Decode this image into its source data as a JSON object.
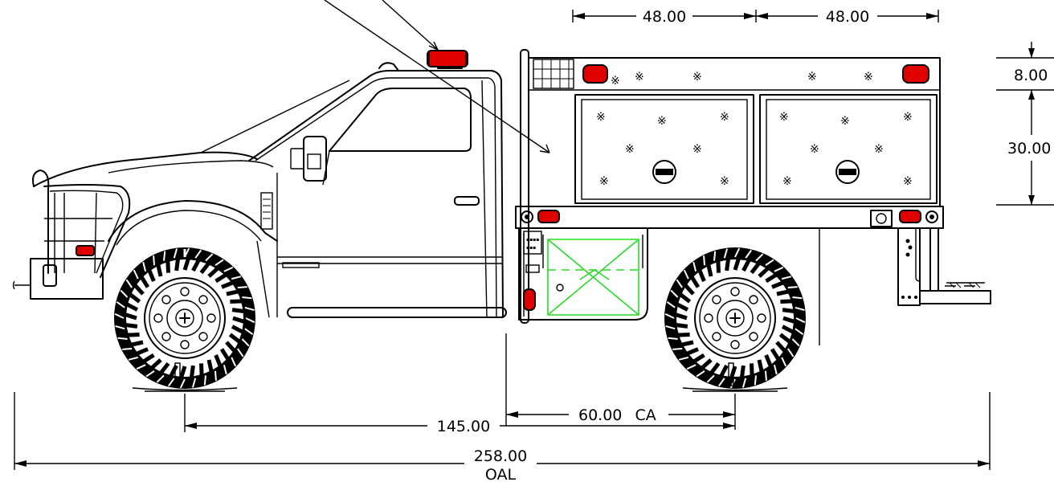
{
  "dimensions": {
    "compartment_width_left": "48.00",
    "compartment_width_right": "48.00",
    "top_height": "8.00",
    "compartment_height": "30.00",
    "wheelbase": "145.00",
    "cab_to_axle": "60.00",
    "cab_to_axle_suffix": "CA",
    "overall_length": "258.00",
    "overall_length_suffix": "OAL"
  },
  "colors": {
    "lights": "#e00000",
    "hose_reel": "#22dd22",
    "lines": "#000000"
  },
  "icons": {
    "scuff_mark": "※",
    "compartment_handle": "t-handle-icon",
    "wheel_hub": "cross-hub-icon"
  }
}
